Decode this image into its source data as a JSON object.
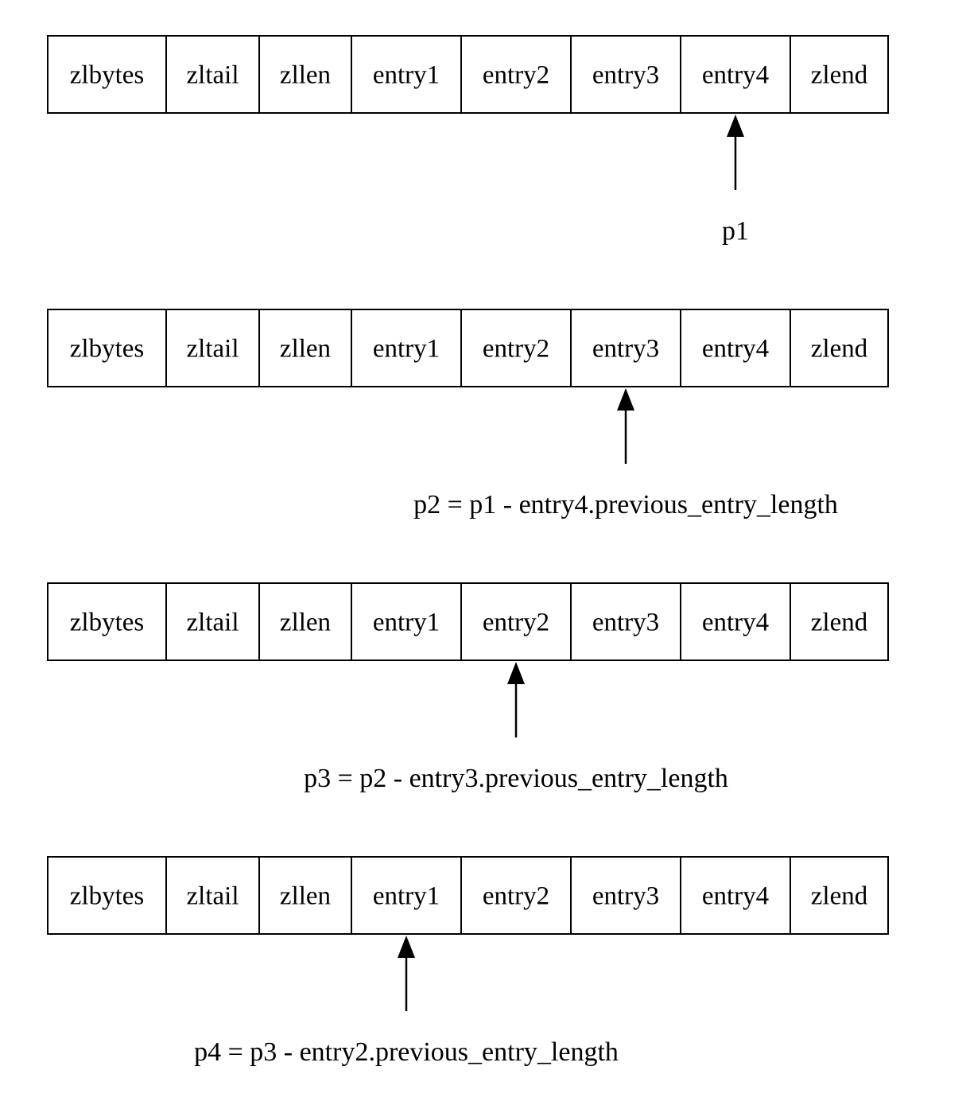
{
  "cells": [
    "zlbytes",
    "zltail",
    "zllen",
    "entry1",
    "entry2",
    "entry3",
    "entry4",
    "zlend"
  ],
  "rows": [
    {
      "pointer_cell": 6,
      "label": "p1"
    },
    {
      "pointer_cell": 5,
      "label": "p2 = p1 - entry4.previous_entry_length"
    },
    {
      "pointer_cell": 4,
      "label": "p3 = p2 - entry3.previous_entry_length"
    },
    {
      "pointer_cell": 3,
      "label": "p4 = p3 - entry2.previous_entry_length"
    }
  ]
}
